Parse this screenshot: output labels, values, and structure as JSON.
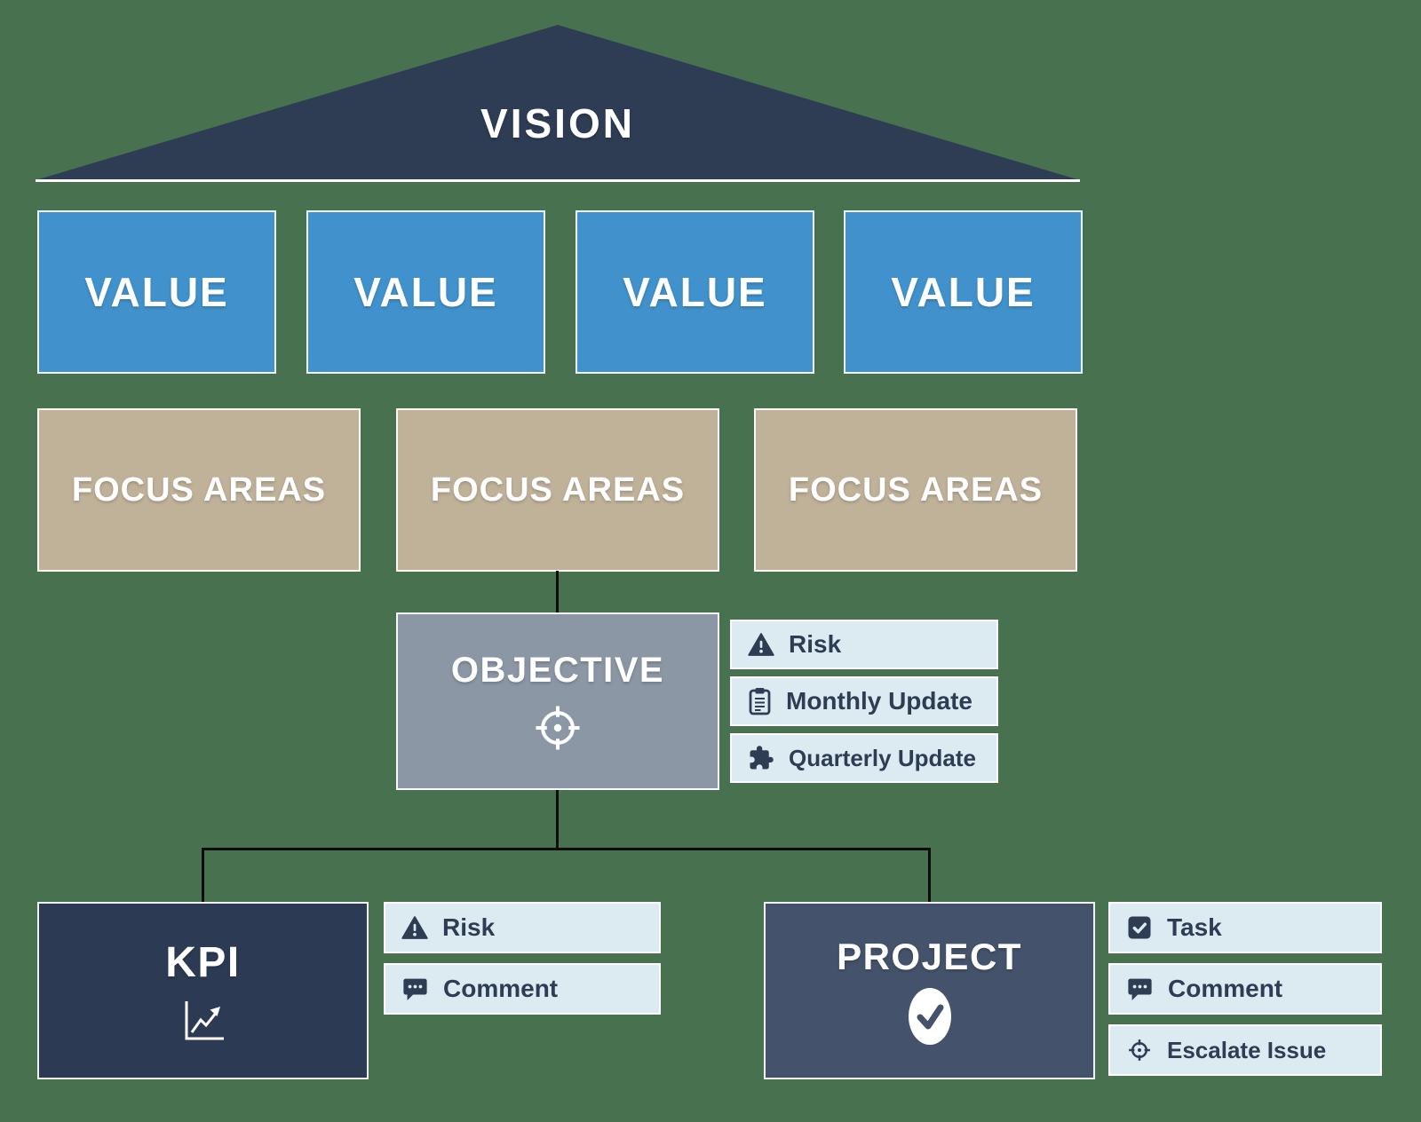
{
  "vision": {
    "label": "VISION"
  },
  "values": [
    {
      "label": "VALUE"
    },
    {
      "label": "VALUE"
    },
    {
      "label": "VALUE"
    },
    {
      "label": "VALUE"
    }
  ],
  "focus_areas": [
    {
      "label": "FOCUS AREAS"
    },
    {
      "label": "FOCUS AREAS"
    },
    {
      "label": "FOCUS AREAS"
    }
  ],
  "objective": {
    "label": "OBJECTIVE",
    "icon": "target-icon",
    "actions": [
      {
        "icon": "warning-icon",
        "label": "Risk"
      },
      {
        "icon": "clipboard-icon",
        "label": "Monthly Update"
      },
      {
        "icon": "puzzle-icon",
        "label": "Quarterly Update"
      }
    ]
  },
  "kpi": {
    "label": "KPI",
    "icon": "line-chart-icon",
    "actions": [
      {
        "icon": "warning-icon",
        "label": "Risk"
      },
      {
        "icon": "comment-icon",
        "label": "Comment"
      }
    ]
  },
  "project": {
    "label": "PROJECT",
    "icon": "check-circle-icon",
    "actions": [
      {
        "icon": "checkbox-icon",
        "label": "Task"
      },
      {
        "icon": "comment-icon",
        "label": "Comment"
      },
      {
        "icon": "crosshair-icon",
        "label": "Escalate Issue"
      }
    ]
  },
  "colors": {
    "background": "#487150",
    "roof_navy": "#2e3d54",
    "value_blue": "#4192cc",
    "focus_tan": "#c0b199",
    "objective_gray": "#8b97a4",
    "kpi_navy": "#2c3b53",
    "project_slate": "#44536b",
    "chip_background": "#dcebf2",
    "chip_text": "#2e3d54",
    "connector_black": "#0c0c0c",
    "white": "#ffffff"
  }
}
